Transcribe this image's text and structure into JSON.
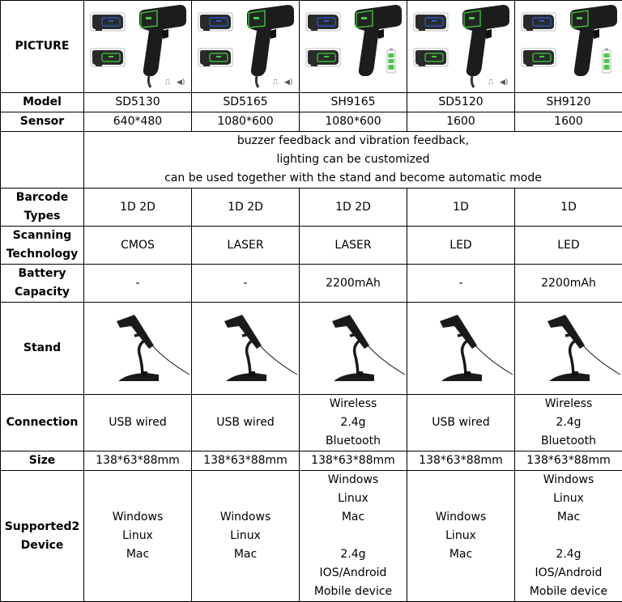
{
  "table": {
    "row_labels": {
      "picture": "PICTURE",
      "model": "Model",
      "sensor": "Sensor",
      "features": "",
      "barcode_types": [
        "Barcode",
        "Types"
      ],
      "scanning_technology": [
        "Scanning",
        "Technology"
      ],
      "battery_capacity": [
        "Battery",
        "Capacity"
      ],
      "stand": "Stand",
      "connection": "Connection",
      "size": "Size",
      "supported_device": [
        "Supported2",
        "Device"
      ]
    },
    "products": [
      {
        "picture": {
          "icons": [
            "vibration-icon",
            "speaker-icon"
          ]
        },
        "model": "SD5130",
        "sensor": "640*480",
        "barcode_types": "1D 2D",
        "scanning_technology": "CMOS",
        "battery_capacity": "-",
        "connection": [
          "USB wired"
        ],
        "size": "138*63*88mm",
        "supported_device": [
          "Windows",
          "Linux",
          "Mac"
        ]
      },
      {
        "picture": {
          "icons": [
            "vibration-icon",
            "speaker-icon"
          ]
        },
        "model": "SD5165",
        "sensor": "1080*600",
        "barcode_types": "1D 2D",
        "scanning_technology": "LASER",
        "battery_capacity": "-",
        "connection": [
          "USB wired"
        ],
        "size": "138*63*88mm",
        "supported_device": [
          "Windows",
          "Linux",
          "Mac"
        ]
      },
      {
        "picture": {
          "icons": [
            "battery-icon"
          ]
        },
        "model": "SH9165",
        "sensor": "1080*600",
        "barcode_types": "1D 2D",
        "scanning_technology": "LASER",
        "battery_capacity": "2200mAh",
        "connection": [
          "Wireless",
          "2.4g",
          "Bluetooth"
        ],
        "size": "138*63*88mm",
        "supported_device": [
          "Windows",
          "Linux",
          "Mac",
          "",
          "2.4g",
          "IOS/Android",
          "Mobile device"
        ]
      },
      {
        "picture": {
          "icons": [
            "vibration-icon",
            "speaker-icon"
          ]
        },
        "model": "SD5120",
        "sensor": "1600",
        "barcode_types": "1D",
        "scanning_technology": "LED",
        "battery_capacity": "-",
        "connection": [
          "USB wired"
        ],
        "size": "138*63*88mm",
        "supported_device": [
          "Windows",
          "Linux",
          "Mac"
        ]
      },
      {
        "picture": {
          "icons": [
            "battery-icon"
          ]
        },
        "model": "SH9120",
        "sensor": "1600",
        "barcode_types": "1D",
        "scanning_technology": "LED",
        "battery_capacity": "2200mAh",
        "connection": [
          "Wireless",
          "2.4g",
          "Bluetooth"
        ],
        "size": "138*63*88mm",
        "supported_device": [
          "Windows",
          "Linux",
          "Mac",
          "",
          "2.4g",
          "IOS/Android",
          "Mobile device"
        ]
      }
    ],
    "features": [
      "buzzer feedback and vibration feedback,",
      "lighting can be customized",
      "can be used together with the stand and become automatic mode"
    ]
  },
  "colors": {
    "border": "#000000",
    "scanner_body": "#1c1c1c",
    "blue_light": "#2a5bd7",
    "green_light": "#3fd13a",
    "battery_green": "#4cc84a"
  }
}
